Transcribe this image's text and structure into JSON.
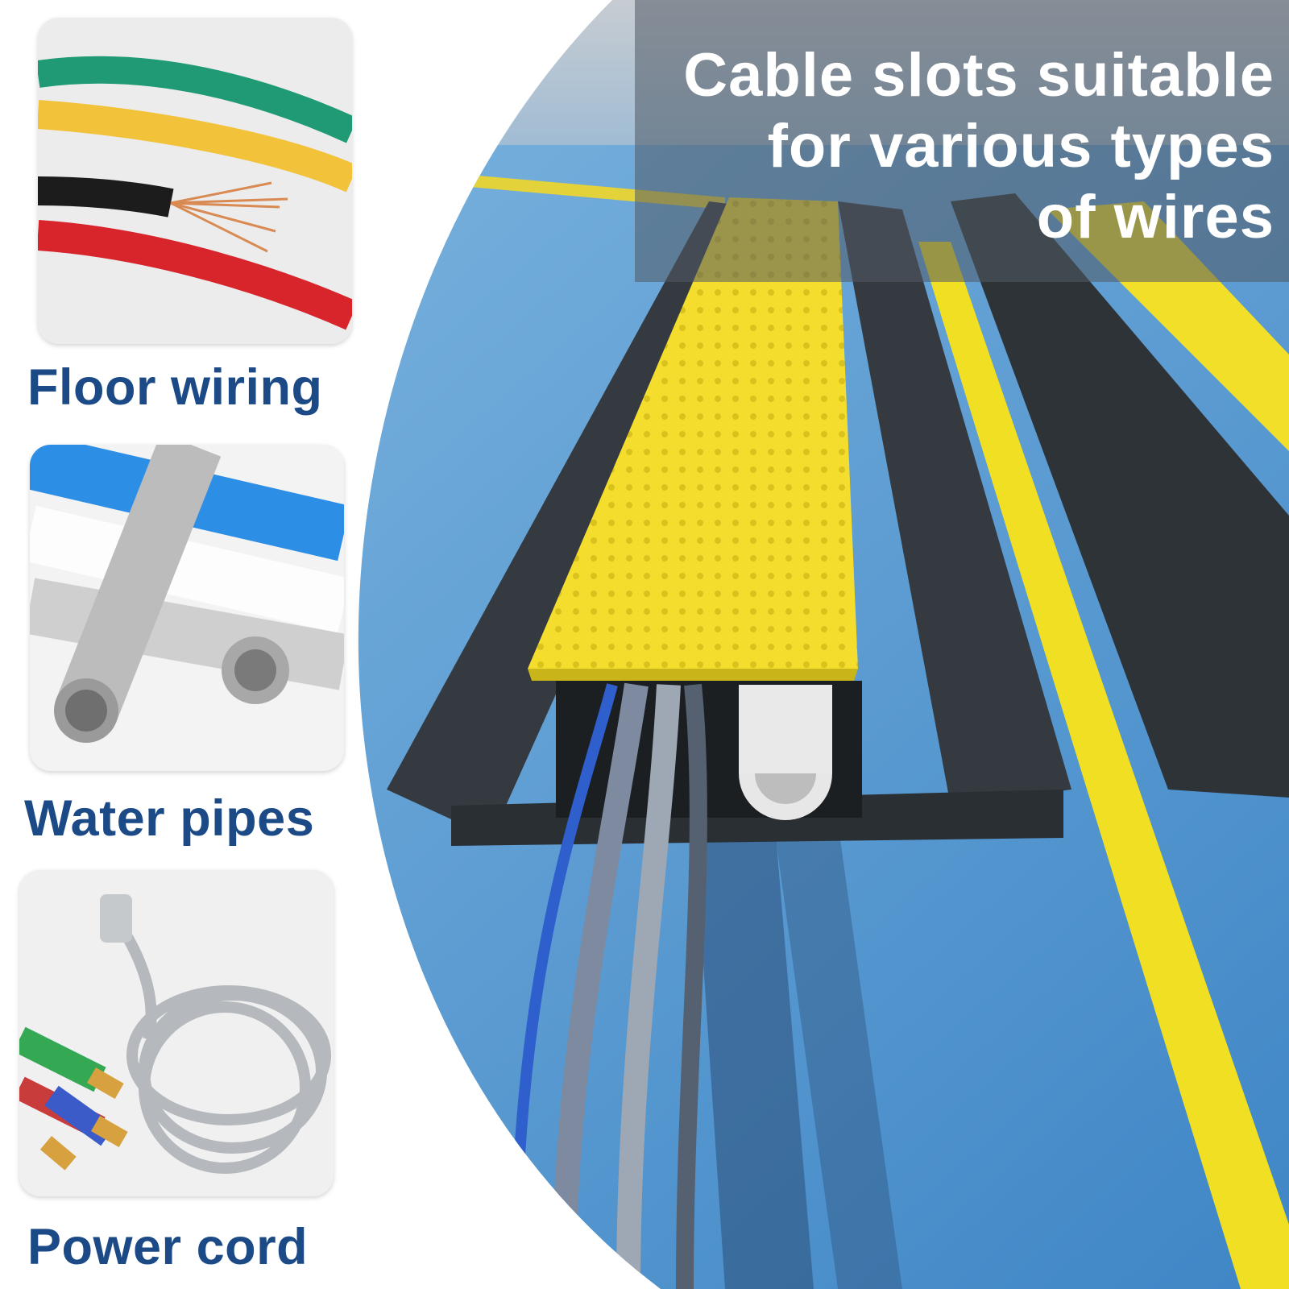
{
  "headline": {
    "lines": [
      "Cable slots suitable",
      "for various types",
      "of wires"
    ]
  },
  "categories": [
    {
      "label": "Floor wiring",
      "icon": "colored-wires-icon"
    },
    {
      "label": "Water pipes",
      "icon": "pipes-icon"
    },
    {
      "label": "Power cord",
      "icon": "power-cord-icon"
    }
  ],
  "colors": {
    "label_text": "#1b4a86",
    "protector_yellow": "#f2df2a",
    "protector_black": "#2e3338",
    "floor_blue": "#5a9fd8",
    "headline_text": "#ffffff"
  }
}
